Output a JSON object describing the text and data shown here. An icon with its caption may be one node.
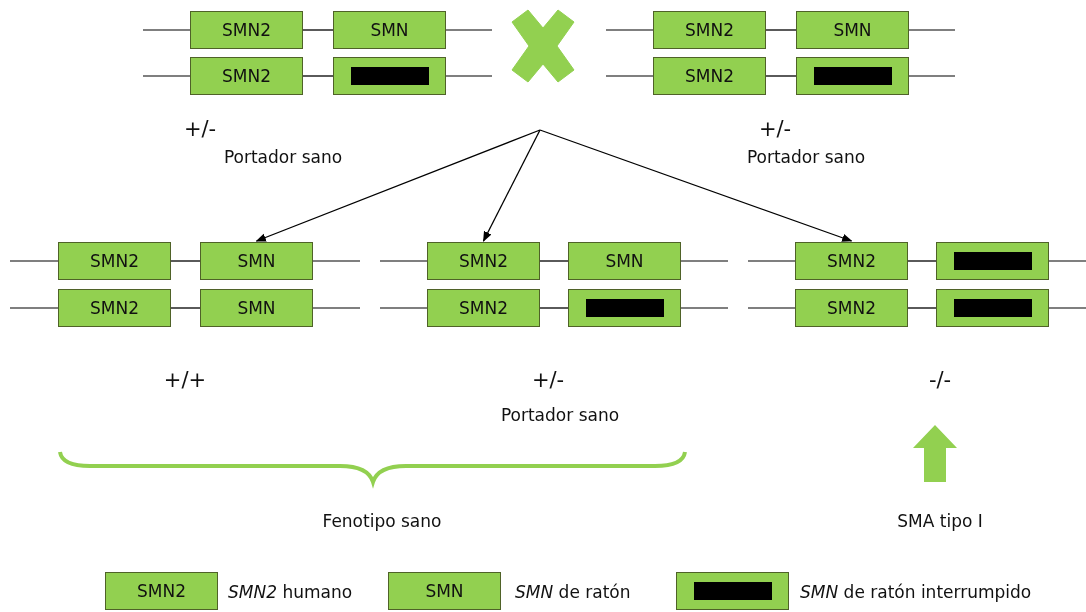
{
  "diagram": {
    "nodes": [
      {
        "text": [
          "SMN2"
        ]
      },
      {
        "text": [
          "SMN"
        ]
      },
      {
        "text": [
          "SMN2"
        ]
      },
      {
        "text": [
          "SMN"
        ]
      },
      {
        "text": [
          "SMN2"
        ]
      },
      {
        "text": [],
        "shape": "box"
      },
      {
        "text": [
          "SMN2"
        ]
      },
      {
        "text": [],
        "shape": "box"
      },
      {
        "text": [
          "SMN2"
        ]
      },
      {
        "text": [
          "SMN"
        ]
      },
      {
        "text": [
          "SMN2"
        ]
      },
      {
        "text": [
          "SMN"
        ]
      },
      {
        "text": [
          "SMN2"
        ]
      },
      {
        "text": [],
        "shape": "box"
      },
      {
        "text": [
          "SMN2"
        ]
      },
      {
        "text": [
          "SMN"
        ]
      },
      {
        "text": [
          "SMN2"
        ]
      },
      {
        "text": [],
        "shape": "box"
      },
      {
        "text": [
          "SMN2"
        ]
      },
      {
        "text": [],
        "shape": "box"
      },
      {
        "text": [
          "SMN2"
        ]
      },
      {
        "text": [
          "SMN"
        ]
      },
      {
        "text": [],
        "shape": "box"
      }
    ],
    "edges": [
      {
        "from": 0,
        "to": 1,
        "arrow": "none"
      },
      {
        "from": 2,
        "to": 3,
        "arrow": "none"
      },
      {
        "from": 4,
        "to": 5,
        "arrow": "none"
      },
      {
        "from": 6,
        "to": 7,
        "arrow": "none"
      },
      {
        "from": null,
        "to": 9,
        "arrow": "to"
      },
      {
        "from": null,
        "to": 10,
        "arrow": "to"
      },
      {
        "from": null,
        "to": 12,
        "arrow": "to"
      },
      {
        "from": 8,
        "to": 9,
        "arrow": "none"
      },
      {
        "from": 10,
        "to": 11,
        "arrow": "none"
      },
      {
        "from": 12,
        "to": 13,
        "arrow": "none"
      },
      {
        "from": 14,
        "to": 15,
        "arrow": "none"
      },
      {
        "from": 16,
        "to": 17,
        "arrow": "none"
      },
      {
        "from": 18,
        "to": 19,
        "arrow": "none"
      }
    ],
    "labels": [
      "+/-",
      "Portador sano",
      "+/-",
      "Portador sano",
      "+/+",
      "+/-",
      "Portador sano",
      "-/-",
      "Fenotipo sano",
      "SMA tipo I"
    ],
    "legend": [
      {
        "text": "*SMN2* humano"
      },
      {
        "text": "*SMN* de ratón"
      },
      {
        "text": "*SMN* de ratón interrumpido"
      }
    ]
  }
}
